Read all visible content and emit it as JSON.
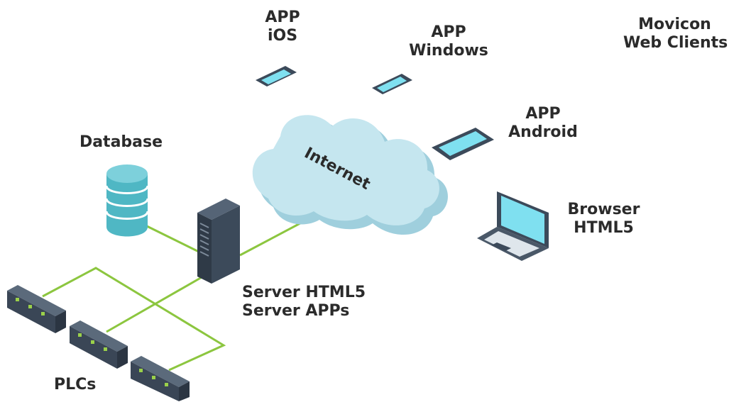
{
  "labels": {
    "app_ios": {
      "line1": "APP",
      "line2": "iOS"
    },
    "app_windows": {
      "line1": "APP",
      "line2": "Windows"
    },
    "movicon": {
      "line1": "Movicon",
      "line2": "Web Clients"
    },
    "app_android": {
      "line1": "APP",
      "line2": "Android"
    },
    "database": "Database",
    "internet": "Internet",
    "browser": {
      "line1": "Browser",
      "line2": "HTML5"
    },
    "server": {
      "line1": "Server HTML5",
      "line2": "Server APPs"
    },
    "plcs": "PLCs"
  },
  "colors": {
    "connector": "#8cc63f",
    "cloud_fill": "#c5e6ef",
    "cloud_shadow": "#9fcfdd",
    "device_dark": "#3c4a5a",
    "device_screen": "#7fe0f0",
    "database": "#4fb7c4",
    "plc_body": "#3a4656",
    "plc_led": "#9bd14a"
  }
}
